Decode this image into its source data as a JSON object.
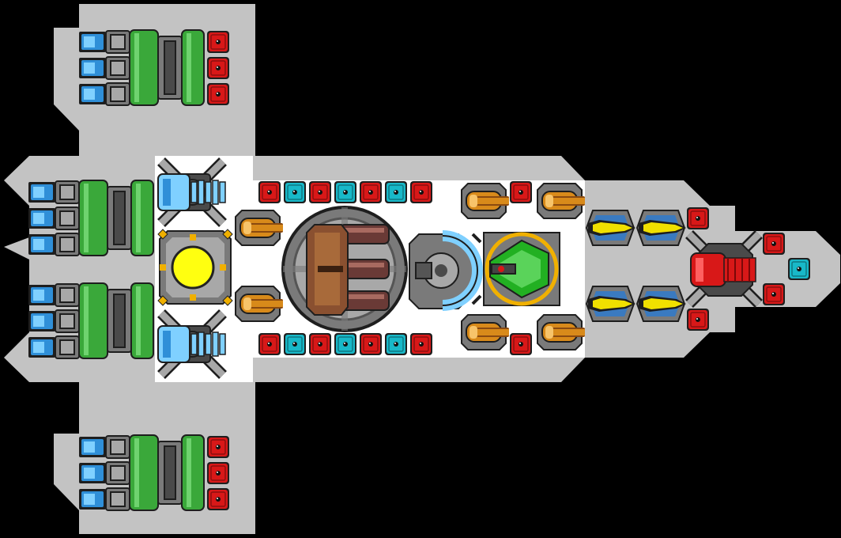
{
  "colors": {
    "background": "#000000",
    "hull": "#c3c3c3",
    "deck": "#ffffff",
    "outline": "#1e1e1e",
    "metal_dark": "#4a4a4a",
    "metal_mid": "#7a7a7a",
    "metal_light": "#a8a8a8",
    "fuel_green": "#3aa83a",
    "fuel_green_light": "#6fd36f",
    "thruster_blue": "#2f8fd8",
    "thruster_blue_light": "#7fd0ff",
    "block_red": "#d81818",
    "block_teal": "#18b8c8",
    "brass": "#d88a1a",
    "brass_dark": "#8a4a10",
    "core_yellow": "#ffff10",
    "missile_yellow": "#f0e000",
    "copper": "#8a5030",
    "capsule_green": "#22b022",
    "gold_ring": "#f0b000"
  },
  "ship": {
    "modules": {
      "thruster_pod": "engine-bank",
      "core": "reactor-core",
      "ion_cannon": "ion-cannon",
      "main_turret": "triple-barrel-turret",
      "shield_dome": "shield-dome",
      "cockpit": "cockpit",
      "brass_turret": "brass-turret",
      "missile_pod": "missile-pod",
      "red_turret": "red-turret",
      "red_block": "armor-block-red",
      "teal_block": "armor-block-teal"
    }
  }
}
